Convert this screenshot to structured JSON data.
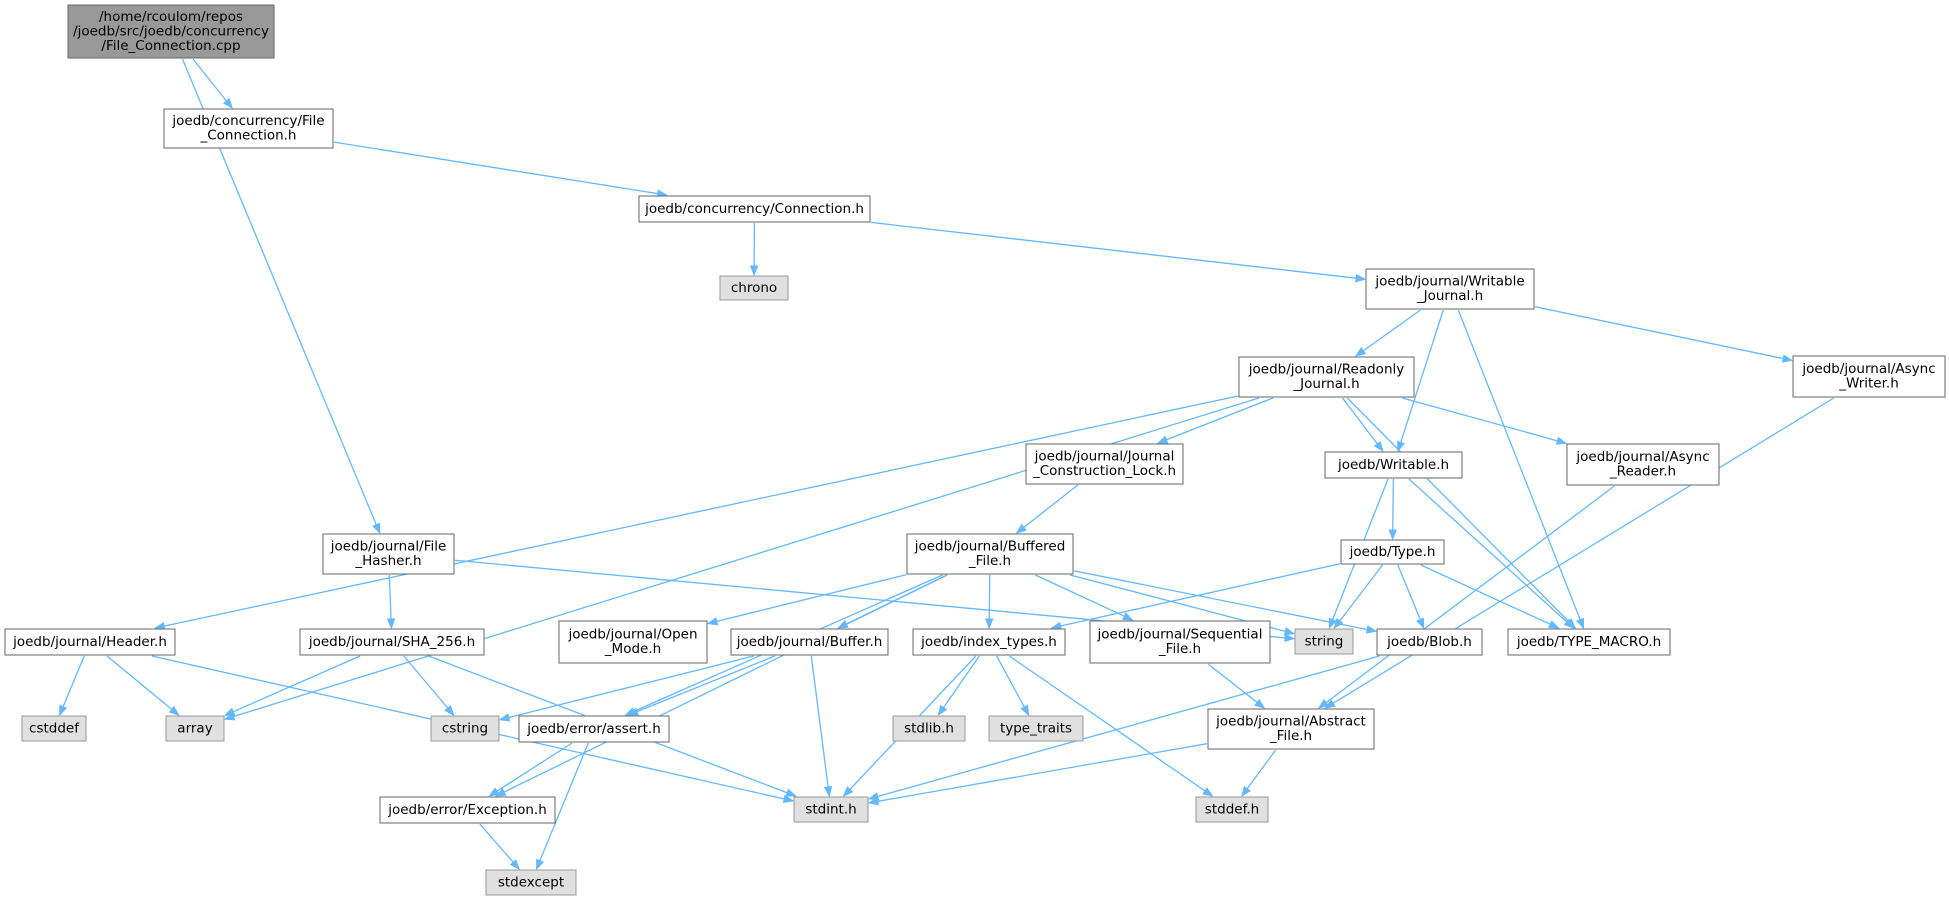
{
  "colors": {
    "root_fill": "#999999",
    "node_fill": "#ffffff",
    "system_fill": "#e0e0e0",
    "node_stroke": "#666666",
    "system_stroke": "#999999",
    "edge": "#63b8ff"
  },
  "diagram": {
    "nodes": [
      {
        "id": "root",
        "lines": [
          "/home/rcoulom/repos",
          "/joedb/src/joedb/concurrency",
          "/File_Connection.cpp"
        ],
        "kind": "root"
      },
      {
        "id": "fileconn",
        "lines": [
          "joedb/concurrency/File",
          "_Connection.h"
        ],
        "kind": "header"
      },
      {
        "id": "connection",
        "lines": [
          "joedb/concurrency/Connection.h"
        ],
        "kind": "header"
      },
      {
        "id": "chrono",
        "lines": [
          "chrono"
        ],
        "kind": "system"
      },
      {
        "id": "writable_journal",
        "lines": [
          "joedb/journal/Writable",
          "_Journal.h"
        ],
        "kind": "header"
      },
      {
        "id": "readonly_journal",
        "lines": [
          "joedb/journal/Readonly",
          "_Journal.h"
        ],
        "kind": "header"
      },
      {
        "id": "async_writer",
        "lines": [
          "joedb/journal/Async",
          "_Writer.h"
        ],
        "kind": "header"
      },
      {
        "id": "jcl",
        "lines": [
          "joedb/journal/Journal",
          "_Construction_Lock.h"
        ],
        "kind": "header"
      },
      {
        "id": "writable",
        "lines": [
          "joedb/Writable.h"
        ],
        "kind": "header"
      },
      {
        "id": "async_reader",
        "lines": [
          "joedb/journal/Async",
          "_Reader.h"
        ],
        "kind": "header"
      },
      {
        "id": "file_hasher",
        "lines": [
          "joedb/journal/File",
          "_Hasher.h"
        ],
        "kind": "header"
      },
      {
        "id": "buffered_file",
        "lines": [
          "joedb/journal/Buffered",
          "_File.h"
        ],
        "kind": "header"
      },
      {
        "id": "type",
        "lines": [
          "joedb/Type.h"
        ],
        "kind": "header"
      },
      {
        "id": "header",
        "lines": [
          "joedb/journal/Header.h"
        ],
        "kind": "header"
      },
      {
        "id": "sha256",
        "lines": [
          "joedb/journal/SHA_256.h"
        ],
        "kind": "header"
      },
      {
        "id": "open_mode",
        "lines": [
          "joedb/journal/Open",
          "_Mode.h"
        ],
        "kind": "header"
      },
      {
        "id": "buffer",
        "lines": [
          "joedb/journal/Buffer.h"
        ],
        "kind": "header"
      },
      {
        "id": "index_types",
        "lines": [
          "joedb/index_types.h"
        ],
        "kind": "header"
      },
      {
        "id": "sequential_file",
        "lines": [
          "joedb/journal/Sequential",
          "_File.h"
        ],
        "kind": "header"
      },
      {
        "id": "string",
        "lines": [
          "string"
        ],
        "kind": "system"
      },
      {
        "id": "blob",
        "lines": [
          "joedb/Blob.h"
        ],
        "kind": "header"
      },
      {
        "id": "type_macro",
        "lines": [
          "joedb/TYPE_MACRO.h"
        ],
        "kind": "header"
      },
      {
        "id": "cstddef",
        "lines": [
          "cstddef"
        ],
        "kind": "system"
      },
      {
        "id": "array",
        "lines": [
          "array"
        ],
        "kind": "system"
      },
      {
        "id": "cstring",
        "lines": [
          "cstring"
        ],
        "kind": "system"
      },
      {
        "id": "assert",
        "lines": [
          "joedb/error/assert.h"
        ],
        "kind": "header"
      },
      {
        "id": "stdlib",
        "lines": [
          "stdlib.h"
        ],
        "kind": "system"
      },
      {
        "id": "type_traits",
        "lines": [
          "type_traits"
        ],
        "kind": "system"
      },
      {
        "id": "abstract_file",
        "lines": [
          "joedb/journal/Abstract",
          "_File.h"
        ],
        "kind": "header"
      },
      {
        "id": "exception",
        "lines": [
          "joedb/error/Exception.h"
        ],
        "kind": "header"
      },
      {
        "id": "stdint",
        "lines": [
          "stdint.h"
        ],
        "kind": "system"
      },
      {
        "id": "stddef",
        "lines": [
          "stddef.h"
        ],
        "kind": "system"
      },
      {
        "id": "stdexcept",
        "lines": [
          "stdexcept"
        ],
        "kind": "system"
      }
    ],
    "edges": [
      [
        "root",
        "fileconn"
      ],
      [
        "root",
        "file_hasher"
      ],
      [
        "fileconn",
        "connection"
      ],
      [
        "connection",
        "chrono"
      ],
      [
        "connection",
        "writable_journal"
      ],
      [
        "writable_journal",
        "readonly_journal"
      ],
      [
        "writable_journal",
        "writable"
      ],
      [
        "writable_journal",
        "type_macro"
      ],
      [
        "writable_journal",
        "async_writer"
      ],
      [
        "readonly_journal",
        "jcl"
      ],
      [
        "readonly_journal",
        "writable"
      ],
      [
        "readonly_journal",
        "async_reader"
      ],
      [
        "readonly_journal",
        "type_macro"
      ],
      [
        "readonly_journal",
        "header"
      ],
      [
        "readonly_journal",
        "array"
      ],
      [
        "async_writer",
        "abstract_file"
      ],
      [
        "async_reader",
        "abstract_file"
      ],
      [
        "jcl",
        "buffered_file"
      ],
      [
        "writable",
        "type"
      ],
      [
        "writable",
        "string"
      ],
      [
        "writable",
        "type_macro"
      ],
      [
        "type",
        "index_types"
      ],
      [
        "type",
        "string"
      ],
      [
        "type",
        "blob"
      ],
      [
        "type",
        "type_macro"
      ],
      [
        "file_hasher",
        "sha256"
      ],
      [
        "file_hasher",
        "string"
      ],
      [
        "buffered_file",
        "open_mode"
      ],
      [
        "buffered_file",
        "buffer"
      ],
      [
        "buffered_file",
        "index_types"
      ],
      [
        "buffered_file",
        "sequential_file"
      ],
      [
        "buffered_file",
        "string"
      ],
      [
        "buffered_file",
        "blob"
      ],
      [
        "buffered_file",
        "assert"
      ],
      [
        "buffered_file",
        "exception"
      ],
      [
        "header",
        "cstddef"
      ],
      [
        "header",
        "array"
      ],
      [
        "header",
        "stdint"
      ],
      [
        "sha256",
        "array"
      ],
      [
        "sha256",
        "cstring"
      ],
      [
        "sha256",
        "stdint"
      ],
      [
        "buffer",
        "cstring"
      ],
      [
        "buffer",
        "assert"
      ],
      [
        "buffer",
        "stdint"
      ],
      [
        "index_types",
        "stdlib"
      ],
      [
        "index_types",
        "type_traits"
      ],
      [
        "index_types",
        "stdint"
      ],
      [
        "index_types",
        "stddef"
      ],
      [
        "sequential_file",
        "abstract_file"
      ],
      [
        "blob",
        "stdint"
      ],
      [
        "abstract_file",
        "stdint"
      ],
      [
        "abstract_file",
        "stddef"
      ],
      [
        "assert",
        "exception"
      ],
      [
        "assert",
        "stdexcept"
      ],
      [
        "exception",
        "stdexcept"
      ]
    ]
  }
}
